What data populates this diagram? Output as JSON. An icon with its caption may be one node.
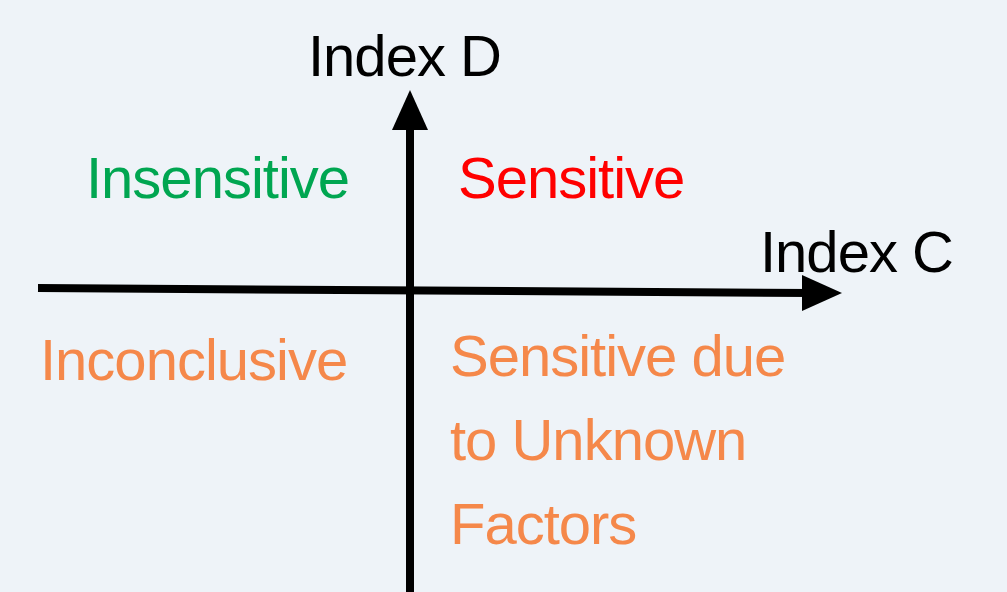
{
  "diagram": {
    "labels": [
      "Index D",
      "Insensitive",
      "Sensitive",
      "Index C",
      "Inconclusive",
      "Sensitive due to Unknown Factors"
    ]
  }
}
